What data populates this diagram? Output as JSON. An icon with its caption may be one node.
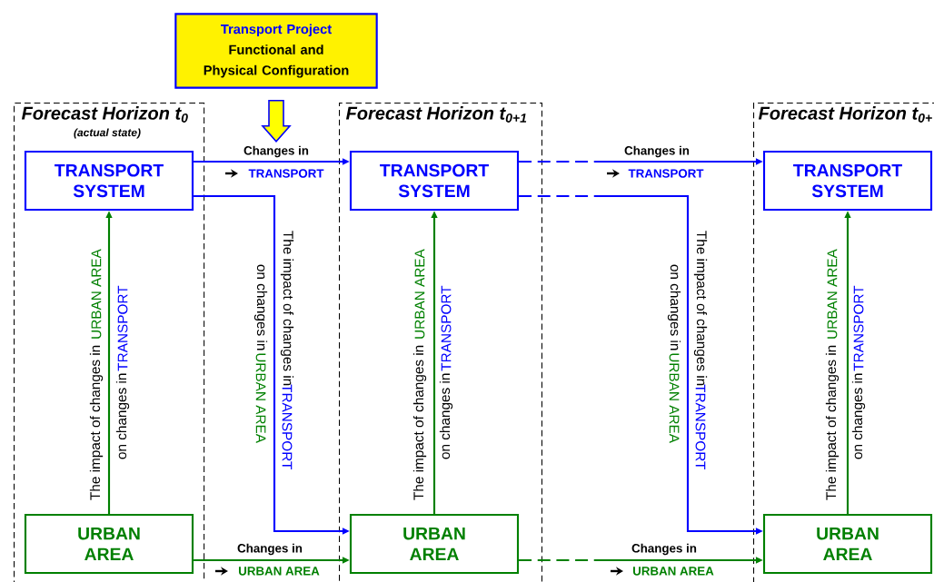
{
  "diagram": {
    "nodes": [
      {
        "text": [
          "Transport Project",
          "Functional and Physical Configuration"
        ]
      },
      {
        "text": [
          "Forecast Horizon t$_{0}$",
          "(actual state)"
        ]
      },
      {
        "text": [
          "TRANSPORT SYSTEM"
        ],
        "in": 1
      },
      {
        "text": [
          "URBAN AREA"
        ],
        "in": 1
      },
      {
        "text": [
          "Forecast Horizon t$_{0+1}$"
        ]
      },
      {
        "text": [
          "TRANSPORT SYSTEM"
        ],
        "in": 4
      },
      {
        "text": [
          "URBAN AREA"
        ],
        "in": 4
      },
      {
        "text": [
          "Forecast Horizon t$_{0+}$"
        ]
      },
      {
        "text": [
          "TRANSPORT SYSTEM"
        ],
        "in": 7
      },
      {
        "text": [
          "URBAN AREA"
        ],
        "in": 7
      }
    ],
    "edges": [
      {
        "from": 0,
        "to": null,
        "arrow": "to",
        "style": "thick",
        "color": "#ffff00"
      },
      {
        "from": 2,
        "to": 5,
        "arrow": "to",
        "label": "Changes in",
        "color": "#0000ff"
      },
      {
        "from": 2,
        "to": 6,
        "arrow": "to",
        "label": "The impact of changes in",
        "color": "#0000ff"
      },
      {
        "from": 3,
        "to": 2,
        "arrow": "to",
        "label": "The impact of changes in"
      },
      {
        "from": 3,
        "to": 6,
        "arrow": "to",
        "label": "Changes in"
      },
      {
        "from": 6,
        "to": 5,
        "arrow": "to",
        "label": "The impact of changes in"
      },
      {
        "from": 5,
        "to": 8,
        "arrow": "to",
        "label": "Changes in",
        "style": "dashed",
        "color": "#0000ff"
      },
      {
        "from": 5,
        "to": 9,
        "arrow": "to",
        "label": "The impact of changes in",
        "style": "dashed",
        "color": "#0000ff"
      },
      {
        "from": 6,
        "to": 9,
        "arrow": "to",
        "label": "Changes in",
        "style": "dashed"
      },
      {
        "from": 9,
        "to": 8,
        "arrow": "to",
        "label": "The impact of changes in"
      }
    ],
    "labels": [
      "TRANSPORT",
      "URBAN AREA",
      "on changes in",
      "TRANSPORT",
      "TRANSPORT",
      "on changes in",
      "URBAN AREA",
      "URBAN AREA",
      "on changes in",
      "TRANSPORT",
      "URBAN AREA",
      "TRANSPORT",
      "TRANSPORT",
      "on changes in",
      "URBAN AREA",
      "URBAN AREA",
      "on changes in",
      "TRANSPORT",
      "URBAN AREA"
    ]
  }
}
